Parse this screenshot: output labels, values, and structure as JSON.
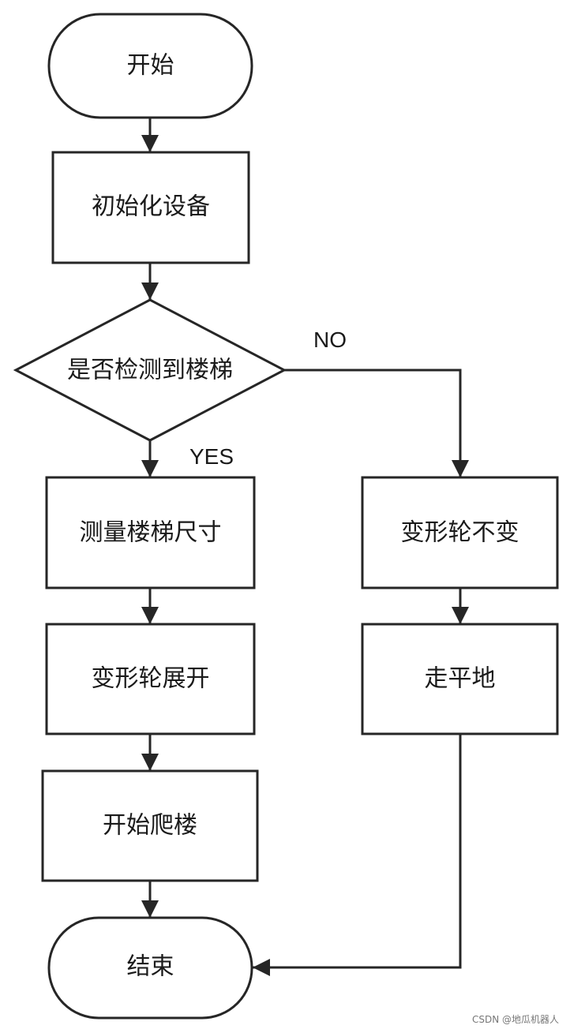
{
  "nodes": {
    "start": {
      "label": "开始",
      "shape": "terminal"
    },
    "init": {
      "label": "初始化设备",
      "shape": "process"
    },
    "decision": {
      "label": "是否检测到楼梯",
      "shape": "decision"
    },
    "measure": {
      "label": "测量楼梯尺寸",
      "shape": "process"
    },
    "expand": {
      "label": "变形轮展开",
      "shape": "process"
    },
    "climb": {
      "label": "开始爬楼",
      "shape": "process"
    },
    "keep": {
      "label": "变形轮不变",
      "shape": "process"
    },
    "flat": {
      "label": "走平地",
      "shape": "process"
    },
    "end": {
      "label": "结束",
      "shape": "terminal"
    }
  },
  "edges": [
    {
      "from": "start",
      "to": "init",
      "label": ""
    },
    {
      "from": "init",
      "to": "decision",
      "label": ""
    },
    {
      "from": "decision",
      "to": "measure",
      "label": "YES"
    },
    {
      "from": "decision",
      "to": "keep",
      "label": "NO"
    },
    {
      "from": "measure",
      "to": "expand",
      "label": ""
    },
    {
      "from": "expand",
      "to": "climb",
      "label": ""
    },
    {
      "from": "climb",
      "to": "end",
      "label": ""
    },
    {
      "from": "keep",
      "to": "flat",
      "label": ""
    },
    {
      "from": "flat",
      "to": "end",
      "label": ""
    }
  ],
  "labels": {
    "yes": "YES",
    "no": "NO"
  },
  "watermark": "CSDN @地瓜机器人",
  "colors": {
    "stroke": "#262626",
    "fill": "#ffffff",
    "text": "#1a1a1a"
  }
}
